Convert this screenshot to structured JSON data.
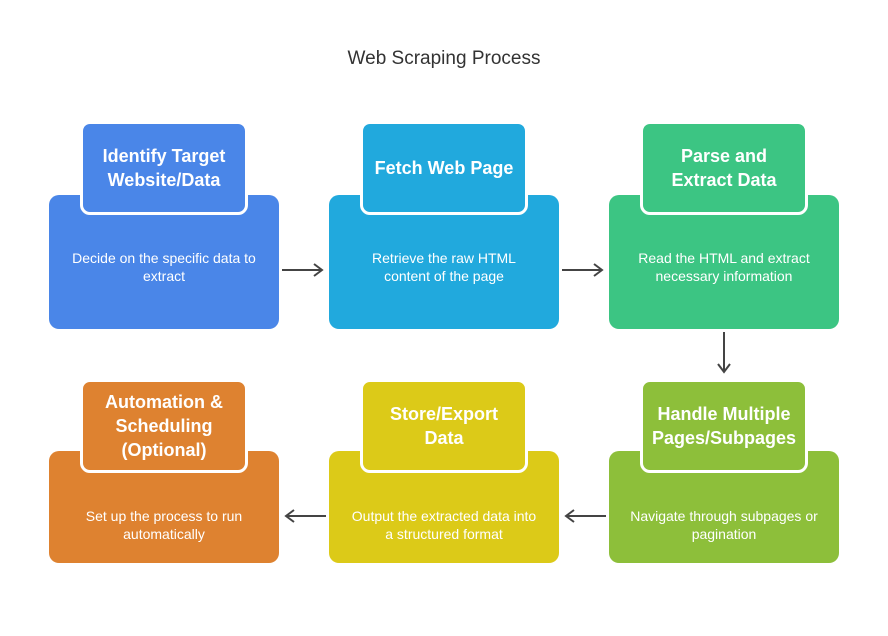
{
  "title": "Web Scraping Process",
  "steps": [
    {
      "title": "Identify Target Website/Data",
      "desc": "Decide on the specific data to extract",
      "color": "#4a86e8"
    },
    {
      "title": "Fetch Web Page",
      "desc": "Retrieve the raw HTML content of the page",
      "color": "#21a9dd"
    },
    {
      "title": "Parse and Extract Data",
      "desc": "Read the HTML and extract necessary information",
      "color": "#3cc583"
    },
    {
      "title": "Handle Multiple Pages/Subpages",
      "desc": "Navigate through subpages or pagination",
      "color": "#8dbf3a"
    },
    {
      "title": "Store/Export Data",
      "desc": "Output the extracted data into a structured format",
      "color": "#dcca18"
    },
    {
      "title": "Automation & Scheduling (Optional)",
      "desc": "Set up the process to run automatically",
      "color": "#de8230"
    }
  ]
}
